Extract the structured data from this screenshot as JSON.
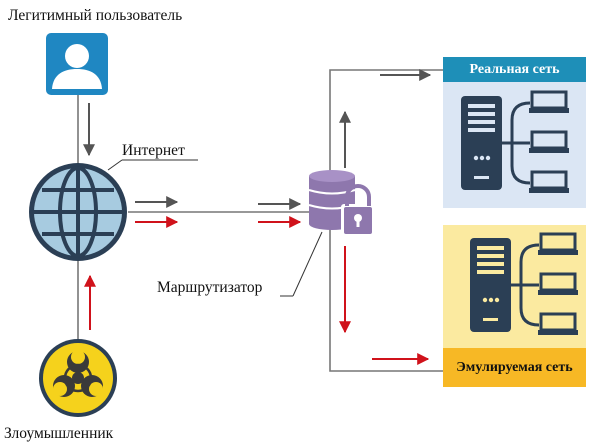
{
  "labels": {
    "legit_user": "Легитимный пользователь",
    "internet": "Интернет",
    "router": "Маршрутизатор",
    "attacker": "Злоумышленник"
  },
  "networks": {
    "real": {
      "title": "Реальная сеть",
      "header_color": "#1e8fb8",
      "bg_color": "#dbe6f4"
    },
    "emulated": {
      "title": "Эмулируемая сеть",
      "header_color": "#f7b825",
      "bg_color": "#fbeaa0"
    }
  },
  "colors": {
    "user_icon": "#1f87c2",
    "globe": "#a7cbe0",
    "globe_dark": "#2b3f55",
    "biohazard": "#f5d21c",
    "router_db": "#8e77ad",
    "lock": "#8e77ad",
    "server": "#2b3f55",
    "legit_arrow": "#555555",
    "attack_arrow": "#d0121b"
  },
  "icons": [
    "user-icon",
    "globe-icon",
    "biohazard-icon",
    "database-lock-icon",
    "server-icon",
    "computer-icon"
  ]
}
